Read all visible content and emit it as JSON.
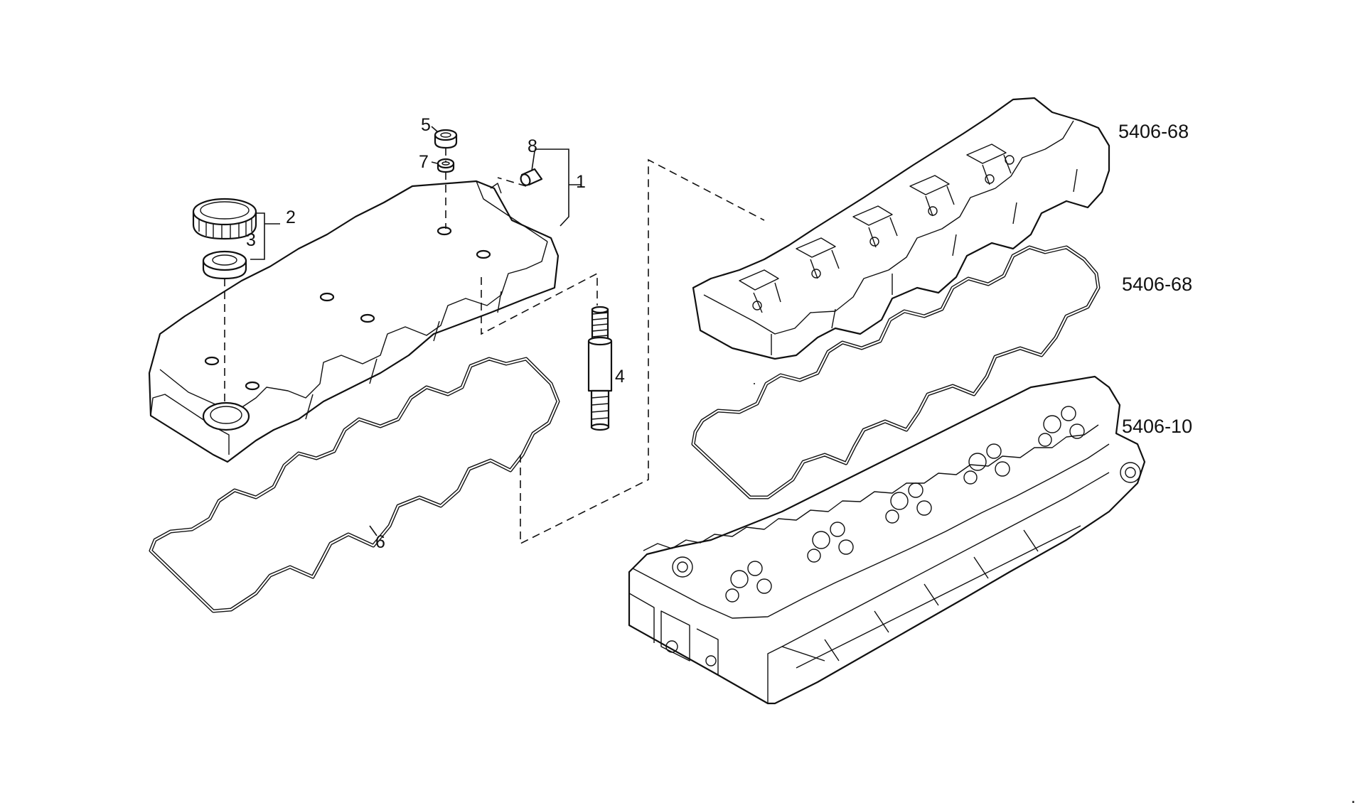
{
  "callouts": {
    "c1": "1",
    "c2": "2",
    "c3": "3",
    "c4": "4",
    "c5": "5",
    "c6": "6",
    "c7": "7",
    "c8": "8"
  },
  "references": {
    "gasket_carrier": "5406-68",
    "upper_gasket": "5406-68",
    "cylinder_head": "5406-10"
  },
  "marks": {
    "corner_dot": "."
  }
}
